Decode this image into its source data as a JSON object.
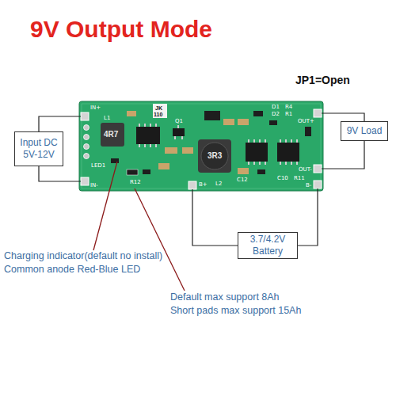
{
  "diagram": {
    "title": "9V Output Mode",
    "nodes": [
      {
        "text": [
          "Input DC 5V-12V"
        ]
      },
      {
        "text": [
          "9V Load"
        ]
      },
      {
        "text": [
          "3.7/4.2V Battery"
        ]
      }
    ],
    "labels": [
      "JP1=Open",
      "Charging indicator(default no install)",
      "Common anode Red-Blue LED",
      "Default max support 8Ah",
      "Short pads max support 15Ah",
      "IN+",
      "LED1",
      "IN-",
      "L1",
      "4R7",
      "JK",
      "110",
      "Q1",
      "3R3",
      "R12",
      "B+",
      "L2",
      "C12",
      "D1",
      "D2",
      "R1",
      "R4",
      "OUT+",
      "C10",
      "R11",
      "OUT-",
      "B-"
    ]
  }
}
